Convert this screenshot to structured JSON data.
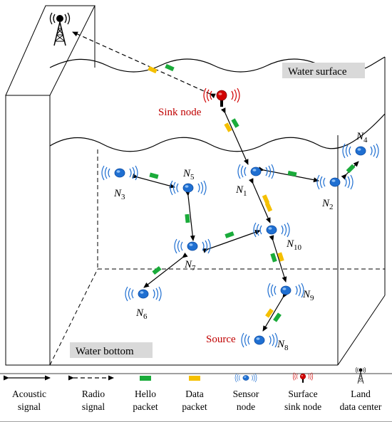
{
  "labels": {
    "water_surface": "Water surface",
    "water_bottom": "Water bottom",
    "sink_node": "Sink node",
    "source": "Source"
  },
  "nodes": {
    "N1": {
      "letter": "N",
      "sub": "1"
    },
    "N2": {
      "letter": "N",
      "sub": "2"
    },
    "N3": {
      "letter": "N",
      "sub": "3"
    },
    "N4": {
      "letter": "N",
      "sub": "4"
    },
    "N5": {
      "letter": "N",
      "sub": "5"
    },
    "N6": {
      "letter": "N",
      "sub": "6"
    },
    "N7": {
      "letter": "N",
      "sub": "7"
    },
    "N8": {
      "letter": "N",
      "sub": "8"
    },
    "N9": {
      "letter": "N",
      "sub": "9"
    },
    "N10": {
      "letter": "N",
      "sub": "10"
    }
  },
  "legend": {
    "acoustic": [
      "Acoustic",
      "signal"
    ],
    "radio": [
      "Radio",
      "signal"
    ],
    "hello": [
      "Hello",
      "packet"
    ],
    "data": [
      "Data",
      "packet"
    ],
    "sensor": [
      "Sensor",
      "node"
    ],
    "sink": [
      "Surface",
      "sink node"
    ],
    "land": [
      "Land",
      "data center"
    ]
  },
  "colors": {
    "hello_packet": "#1aab3a",
    "data_packet": "#f5c000",
    "sensor_node": "#1f6fd1",
    "sink_node": "#d10000",
    "label_red": "#c00000",
    "label_box": "#d9d9d9"
  },
  "icons": {
    "sensor": "sensor-node-icon",
    "sink": "surface-sink-node-icon",
    "tower": "land-data-center-tower-icon"
  }
}
